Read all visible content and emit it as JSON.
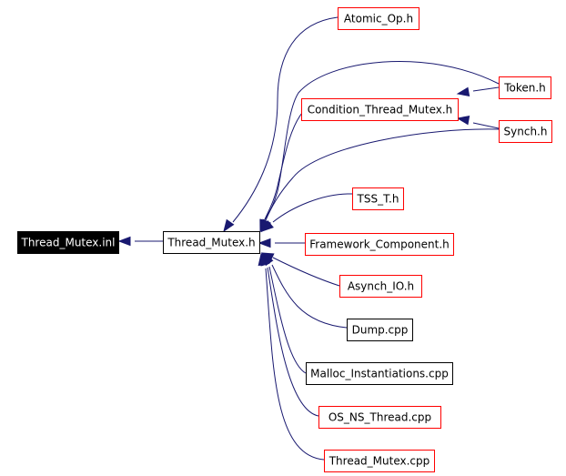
{
  "diagram": {
    "nodes": [
      {
        "id": "thread_mutex_inl",
        "label": "Thread_Mutex.inl",
        "style": "root"
      },
      {
        "id": "thread_mutex_h",
        "label": "Thread_Mutex.h",
        "style": "plain"
      },
      {
        "id": "atomic_op_h",
        "label": "Atomic_Op.h",
        "style": "linked"
      },
      {
        "id": "condition_thread_mutex_h",
        "label": "Condition_Thread_Mutex.h",
        "style": "linked"
      },
      {
        "id": "token_h",
        "label": "Token.h",
        "style": "linked"
      },
      {
        "id": "synch_h",
        "label": "Synch.h",
        "style": "linked"
      },
      {
        "id": "tss_t_h",
        "label": "TSS_T.h",
        "style": "linked"
      },
      {
        "id": "framework_component_h",
        "label": "Framework_Component.h",
        "style": "linked"
      },
      {
        "id": "asynch_io_h",
        "label": "Asynch_IO.h",
        "style": "linked"
      },
      {
        "id": "dump_cpp",
        "label": "Dump.cpp",
        "style": "plain"
      },
      {
        "id": "malloc_instantiations_cpp",
        "label": "Malloc_Instantiations.cpp",
        "style": "plain"
      },
      {
        "id": "os_ns_thread_cpp",
        "label": "OS_NS_Thread.cpp",
        "style": "linked"
      },
      {
        "id": "thread_mutex_cpp",
        "label": "Thread_Mutex.cpp",
        "style": "linked"
      }
    ],
    "edges": [
      {
        "from": "thread_mutex_h",
        "to": "thread_mutex_inl"
      },
      {
        "from": "atomic_op_h",
        "to": "thread_mutex_h"
      },
      {
        "from": "condition_thread_mutex_h",
        "to": "thread_mutex_h"
      },
      {
        "from": "token_h",
        "to": "thread_mutex_h"
      },
      {
        "from": "token_h",
        "to": "condition_thread_mutex_h"
      },
      {
        "from": "synch_h",
        "to": "thread_mutex_h"
      },
      {
        "from": "synch_h",
        "to": "condition_thread_mutex_h"
      },
      {
        "from": "tss_t_h",
        "to": "thread_mutex_h"
      },
      {
        "from": "framework_component_h",
        "to": "thread_mutex_h"
      },
      {
        "from": "asynch_io_h",
        "to": "thread_mutex_h"
      },
      {
        "from": "dump_cpp",
        "to": "thread_mutex_h"
      },
      {
        "from": "malloc_instantiations_cpp",
        "to": "thread_mutex_h"
      },
      {
        "from": "os_ns_thread_cpp",
        "to": "thread_mutex_h"
      },
      {
        "from": "thread_mutex_cpp",
        "to": "thread_mutex_h"
      }
    ],
    "colors": {
      "root_fill": "#000000",
      "root_text": "#ffffff",
      "linked_border": "#ff0000",
      "plain_border": "#000000",
      "edge": "#191970",
      "background": "#ffffff"
    }
  }
}
